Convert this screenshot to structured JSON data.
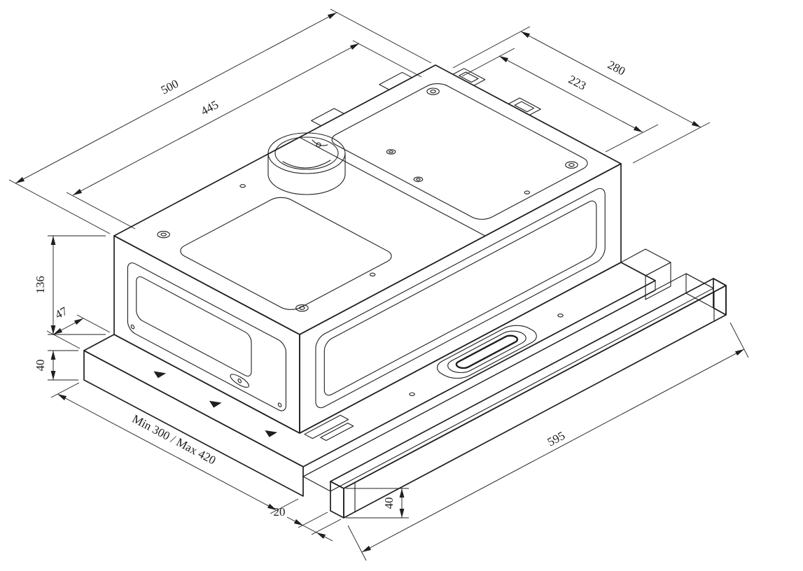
{
  "drawing": {
    "subject": "Telescopic slide-out cooker hood - isometric dimensional drawing",
    "units": "mm",
    "line_color": "#1f1f1f",
    "background_color": "#ffffff",
    "dimensions": {
      "top_width": "500",
      "top_width_inner": "445",
      "top_depth": "280",
      "top_depth_inner": "223",
      "body_height": "136",
      "side_offset": "47",
      "carriage_height": "40",
      "telescopic_depth": "Min 300 / Max 420",
      "front_strip_offset": "20",
      "front_strip_width": "595",
      "front_strip_height": "40"
    }
  }
}
